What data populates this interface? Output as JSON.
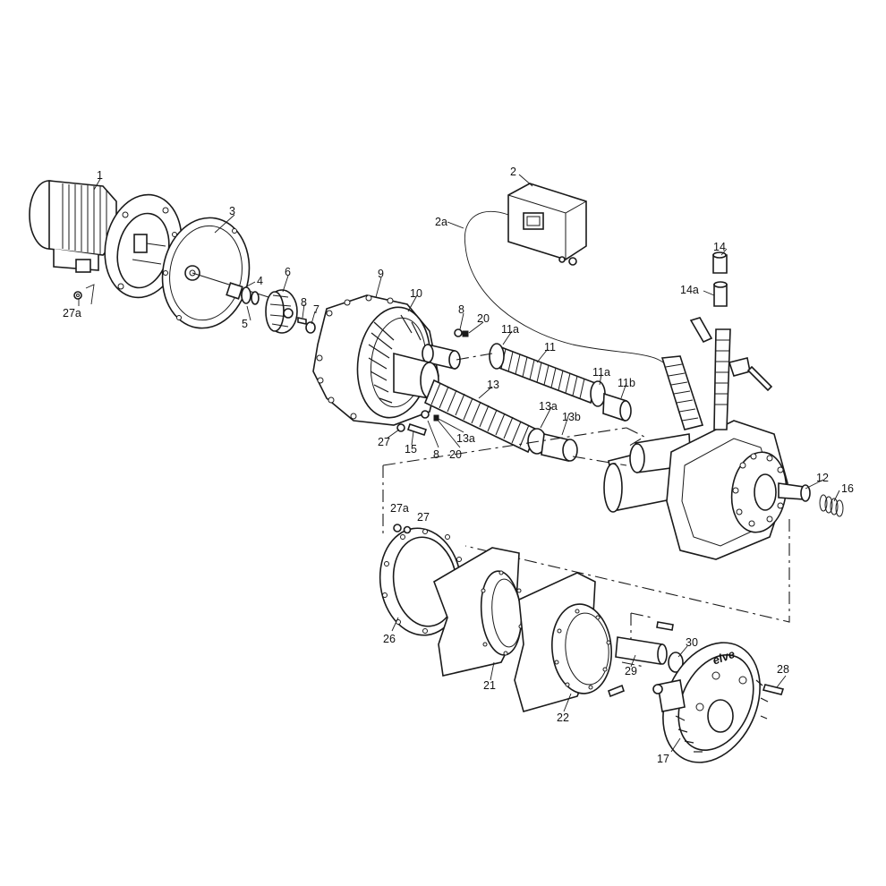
{
  "labels": {
    "l1": "1",
    "l2": "2",
    "l2a": "2a",
    "l3": "3",
    "l4": "4",
    "l5": "5",
    "l6": "6",
    "l7": "7",
    "l8a": "8",
    "l8b": "8",
    "l8c": "8",
    "l9": "9",
    "l10": "10",
    "l11": "11",
    "l11a1": "11a",
    "l11a2": "11a",
    "l11b": "11b",
    "l12": "12",
    "l13": "13",
    "l13a1": "13a",
    "l13a2": "13a",
    "l13b": "13b",
    "l14": "14",
    "l14a": "14a",
    "l15": "15",
    "l16": "16",
    "l17": "17",
    "l20a": "20",
    "l20b": "20",
    "l21": "21",
    "l22": "22",
    "l26": "26",
    "l27a1": "27a",
    "l27a2": "27a",
    "l27b": "27",
    "l27c": "27",
    "l28": "28",
    "l29": "29",
    "l30": "30"
  },
  "logo_text": "elve"
}
